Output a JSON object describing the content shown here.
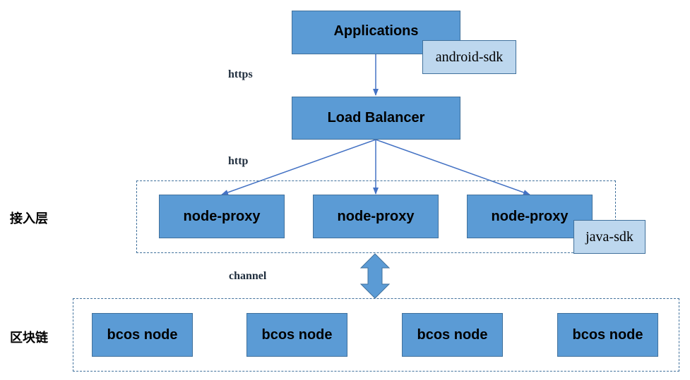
{
  "nodes": {
    "applications": "Applications",
    "load_balancer": "Load Balancer",
    "proxies": [
      "node-proxy",
      "node-proxy",
      "node-proxy"
    ],
    "bcos_nodes": [
      "bcos node",
      "bcos node",
      "bcos node",
      "bcos node"
    ]
  },
  "tags": {
    "android_sdk": "android-sdk",
    "java_sdk": "java-sdk"
  },
  "edges": {
    "https": "https",
    "http": "http",
    "channel": "channel"
  },
  "layers": {
    "access": "接入层",
    "blockchain": "区块链"
  },
  "colors": {
    "box_fill": "#5b9bd5",
    "box_border": "#41719c",
    "tag_fill": "#bdd7ee",
    "arrow": "#4472c4"
  }
}
